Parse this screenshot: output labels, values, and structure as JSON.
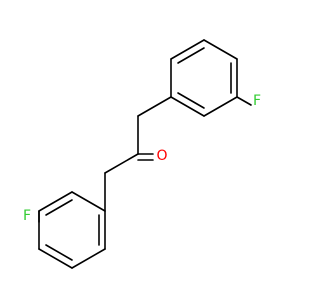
{
  "molecule": {
    "colors": {
      "bond": "#000000",
      "fluorine": "#33cc33",
      "oxygen": "#ff0000"
    },
    "labels": {
      "fluorine_top": "F",
      "oxygen": "O",
      "fluorine_bottom": "F"
    }
  }
}
